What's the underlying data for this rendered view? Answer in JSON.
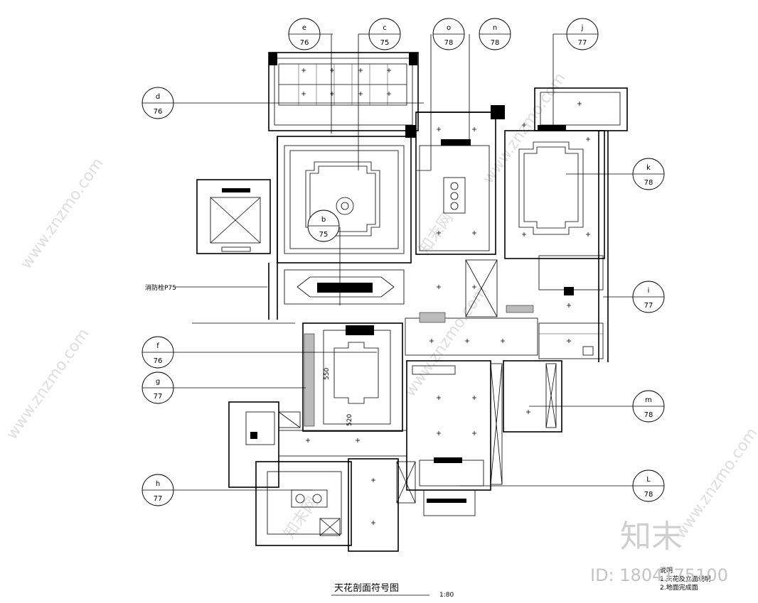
{
  "drawing": {
    "title": "天花剖面符号图",
    "scale": "1:80",
    "fire_label": "消防栓P75",
    "notes": [
      "说明",
      "1.天花及立面说明",
      "2.地面完成面"
    ],
    "dim_labels": [
      "550",
      "520"
    ]
  },
  "watermark": {
    "text": "www.znzmo.com",
    "brand": "知末网",
    "logo": "知末",
    "id_text": "ID: 1804175100"
  },
  "section_tags": [
    {
      "id": "e",
      "letter": "e",
      "sheet": "76"
    },
    {
      "id": "c",
      "letter": "c",
      "sheet": "75"
    },
    {
      "id": "o",
      "letter": "o",
      "sheet": "78"
    },
    {
      "id": "n",
      "letter": "n",
      "sheet": "78"
    },
    {
      "id": "j",
      "letter": "j",
      "sheet": "77"
    },
    {
      "id": "d",
      "letter": "d",
      "sheet": "76"
    },
    {
      "id": "k",
      "letter": "k",
      "sheet": "78"
    },
    {
      "id": "b",
      "letter": "b",
      "sheet": "75"
    },
    {
      "id": "i",
      "letter": "i",
      "sheet": "77"
    },
    {
      "id": "f",
      "letter": "f",
      "sheet": "76"
    },
    {
      "id": "g",
      "letter": "g",
      "sheet": "77"
    },
    {
      "id": "m",
      "letter": "m",
      "sheet": "78"
    },
    {
      "id": "h",
      "letter": "h",
      "sheet": "77"
    },
    {
      "id": "l",
      "letter": "L",
      "sheet": "78"
    }
  ]
}
